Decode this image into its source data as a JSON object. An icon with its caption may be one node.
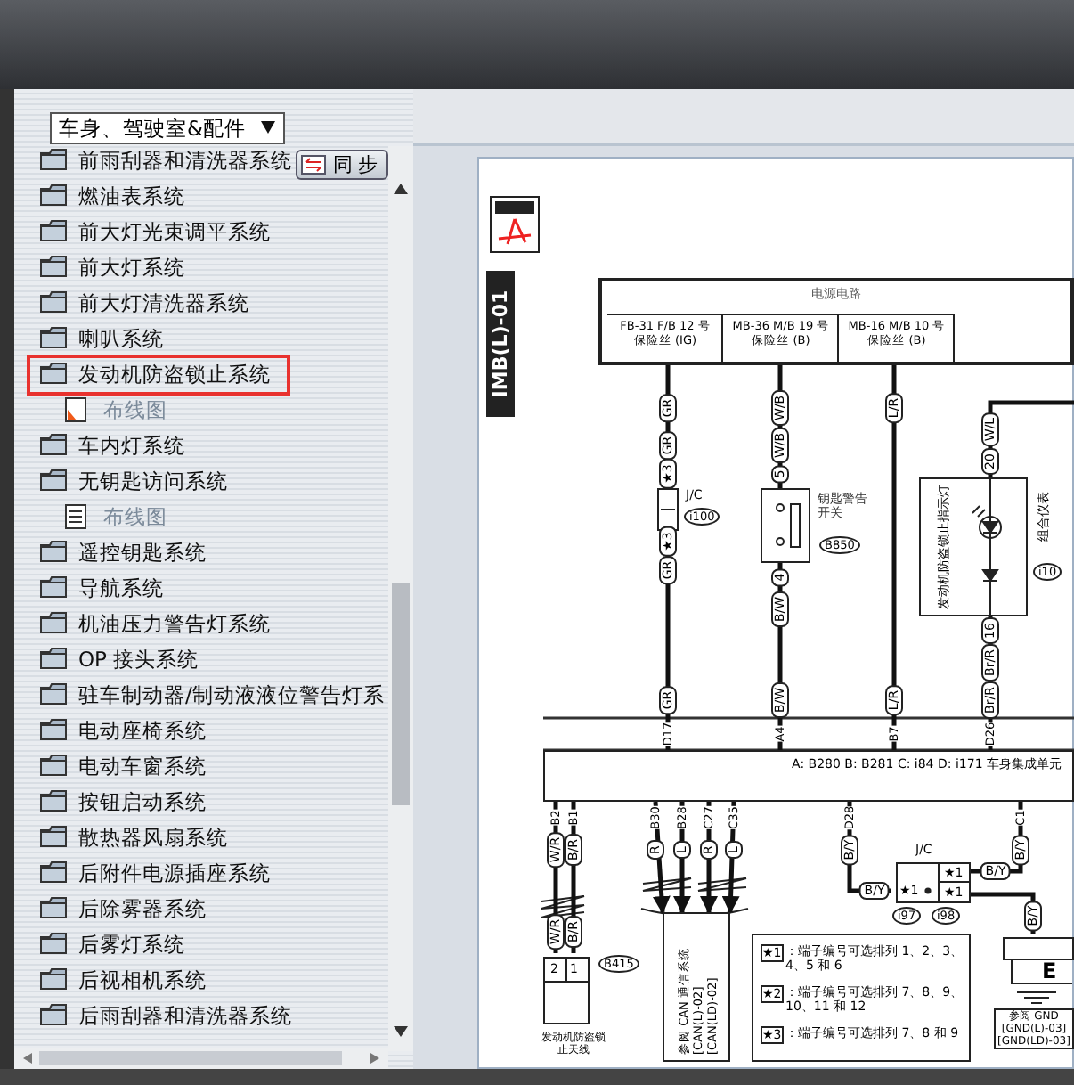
{
  "diagram": {
    "nodes": [
      {
        "text": [
          "发动机防盗锁止系统"
        ]
      },
      {
        "text": [
          "电源电路"
        ]
      },
      {
        "text": [
          "FB-31 F/B 12 号保险丝 (IG)"
        ],
        "in": 1
      },
      {
        "text": [
          "MB-36 M/B 19 号保险丝 (B)"
        ],
        "in": 1
      },
      {
        "text": [
          "MB-16 M/B 10 号保险丝 (B)"
        ],
        "in": 1
      },
      {
        "text": [
          "J/C",
          "i100"
        ]
      },
      {
        "text": [
          "钥匙警告开关",
          "B850"
        ]
      },
      {
        "text": [
          "发动机防盗锁止指示灯",
          "组合仪表",
          "i10"
        ]
      },
      {
        "text": [
          "A: B280 B: B281 C: i84 D: i171 车身集成单元"
        ]
      },
      {
        "text": [
          "2",
          "1",
          "发动机防盗锁止天线",
          "B415"
        ]
      },
      {
        "text": [
          "参阅 CAN 通信系统 [CAN(L)-02] [CAN(LD)-02]"
        ]
      },
      {
        "text": [
          "J/C",
          "★1",
          "★1",
          "★1",
          "i97",
          "i98"
        ]
      },
      {
        "text": [
          "E",
          "参阅 GND [GND(L)-03] [GND(LD)-03]"
        ]
      },
      {
        "text": [
          "★1",
          "：端子编号可选排列 1、2、3、4、5 和 6",
          "★2",
          "：端子编号可选排列 7、8、9、10、11 和 12",
          "★3",
          "：端子编号可选排列 7、8 和 9"
        ]
      }
    ],
    "edges": [
      {
        "from": 2,
        "to": 5,
        "arrow": "none"
      },
      {
        "from": 5,
        "to": 8,
        "arrow": "none"
      },
      {
        "from": 3,
        "to": 6,
        "arrow": "none"
      },
      {
        "from": 6,
        "to": 8,
        "arrow": "none"
      },
      {
        "from": 4,
        "to": 8,
        "arrow": "none"
      },
      {
        "from": null,
        "to": 7,
        "arrow": "none"
      },
      {
        "from": 7,
        "to": 8,
        "arrow": "none"
      },
      {
        "from": 8,
        "to": 9,
        "arrow": "none"
      },
      {
        "from": 8,
        "to": 9,
        "arrow": "none"
      },
      {
        "from": 8,
        "to": 10,
        "arrow": "to"
      },
      {
        "from": 8,
        "to": 10,
        "arrow": "to"
      },
      {
        "from": 8,
        "to": 10,
        "arrow": "to"
      },
      {
        "from": 8,
        "to": 10,
        "arrow": "to"
      },
      {
        "from": 8,
        "to": 11,
        "arrow": "none"
      },
      {
        "from": 8,
        "to": 11,
        "arrow": "none"
      },
      {
        "from": 11,
        "to": 12,
        "arrow": "none"
      }
    ],
    "labels": [
      "车身、驾驶室&配件",
      "前雨刮器和清洗器系统",
      "同步",
      "燃油表系统",
      "前大灯光束调平系统",
      "前大灯系统",
      "前大灯清洗器系统",
      "喇叭系统",
      "布线图",
      "车内灯系统",
      "无钥匙访问系统",
      "布线图",
      "遥控钥匙系统",
      "导航系统",
      "机油压力警告灯系统",
      "OP 接头系统",
      "驻车制动器/制动液液位警告灯系",
      "电动座椅系统",
      "电动车窗系统",
      "按钮启动系统",
      "散热器风扇系统",
      "后附件电源插座系统",
      "后除雾器系统",
      "后雾灯系统",
      "后视相机系统",
      "后雨刮器和清洗器系统",
      "IMB(L)-01",
      "GR",
      "W/B",
      "L/R",
      "W/L",
      "GR",
      "W/B",
      "20",
      "★3",
      "5",
      "★3",
      "4",
      "16",
      "GR",
      "B/W",
      "Br/R",
      "GR",
      "B/W",
      "L/R",
      "Br/R",
      "D17",
      "A4",
      "B7",
      "D26",
      "B2",
      "B1",
      "B30",
      "B28",
      "C27",
      "C35",
      "D28",
      "C1",
      "W/R",
      "B/R",
      "R",
      "L",
      "R",
      "L",
      "B/Y",
      "B/Y",
      "W/R",
      "B/R",
      "B/Y",
      "B/Y",
      "B/Y"
    ]
  }
}
